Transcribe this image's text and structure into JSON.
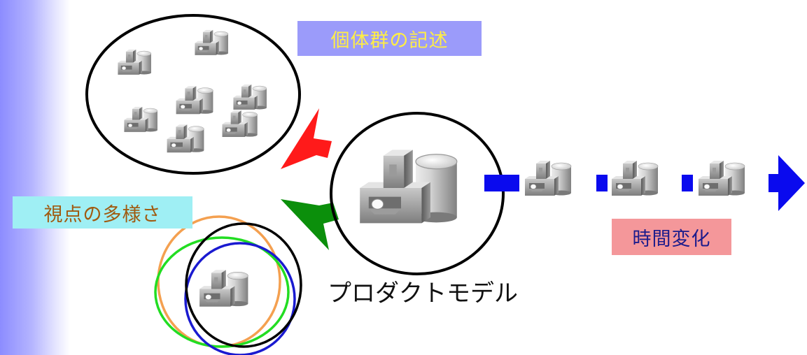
{
  "labels": {
    "individuals": "個体群の記述",
    "viewpoints": "視点の多様さ",
    "time_change": "時間変化",
    "product_model": "プロダクトモデル"
  },
  "colors": {
    "arrow_up": "#ff1a1a",
    "arrow_down": "#0b8f0b",
    "timeline_arrow": "#0a0aee",
    "viewpoint_circles": [
      "#f4a050",
      "#22dd22",
      "#1a1ad0",
      "#000000"
    ]
  },
  "icons": {
    "part": "mechanical-part-icon"
  }
}
